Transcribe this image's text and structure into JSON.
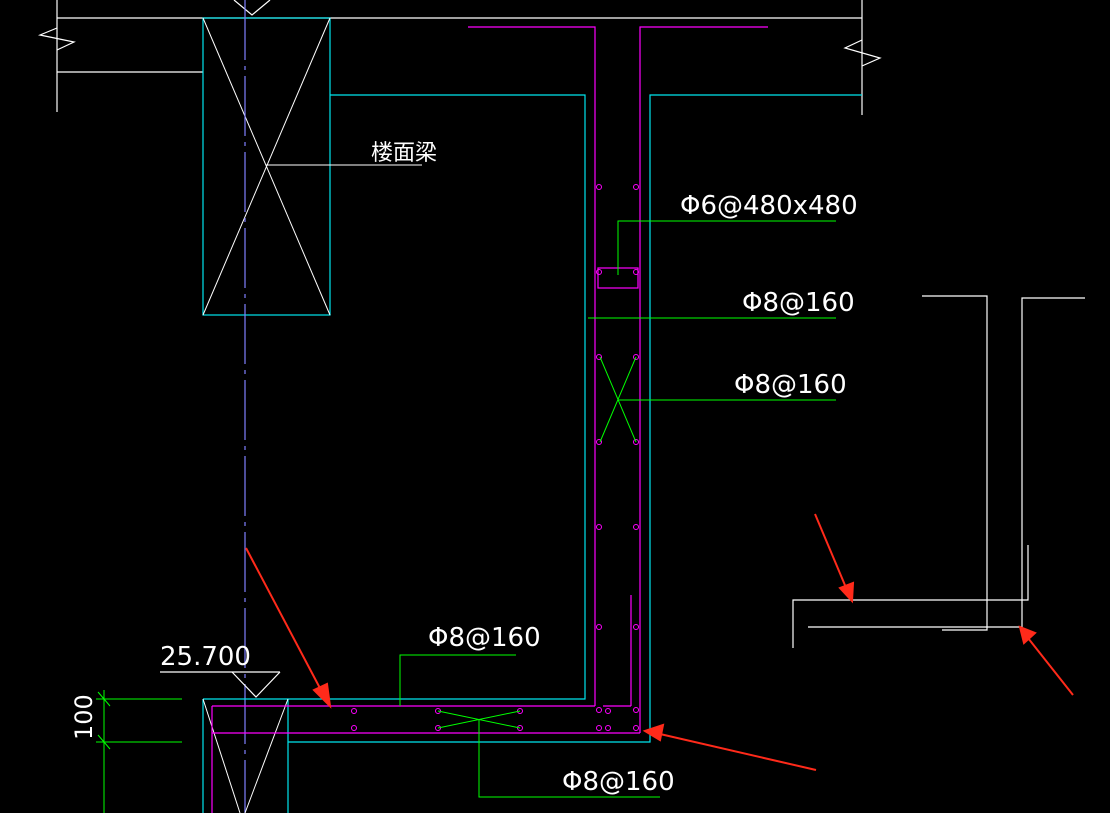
{
  "drawing": {
    "labels": {
      "floor_beam": "楼面梁",
      "rebar_spacer": "Φ6@480x480",
      "rebar_upper": "Φ8@160",
      "rebar_diag": "Φ8@160",
      "rebar_slab_top": "Φ8@160",
      "rebar_slab_bottom": "Φ8@160"
    },
    "elevation": "25.700",
    "dimension": "100",
    "colors": {
      "background": "#000000",
      "concrete_outline": "#00e5ee",
      "rebar": "#ff00ff",
      "leader": "#00ff00",
      "text": "#ffffff",
      "annotation_arrow": "#ff2a1a",
      "axis": "#8080ff"
    }
  }
}
